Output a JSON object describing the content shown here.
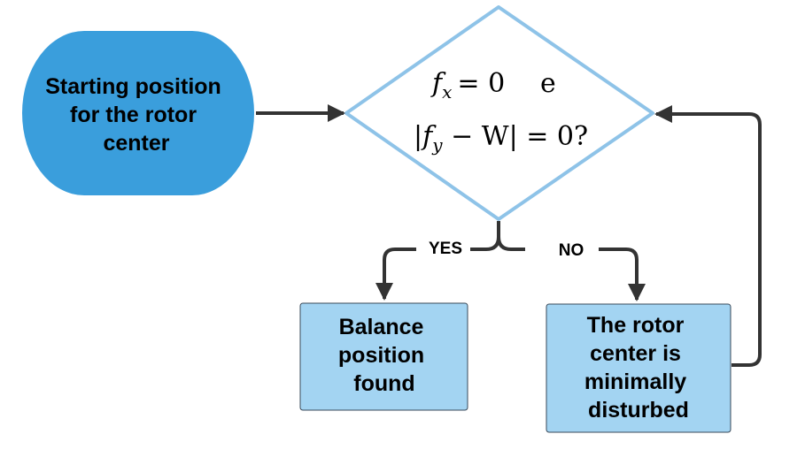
{
  "colors": {
    "start_fill": "#3a9edc",
    "process_fill": "#a3d4f2",
    "process_stroke": "#3a4a5a",
    "decision_stroke": "#8ec3e8",
    "arrow": "#333333"
  },
  "nodes": {
    "start": {
      "lines": [
        "Starting position",
        "for the rotor",
        "center"
      ]
    },
    "decision": {
      "line1": {
        "lhs_base": "f",
        "lhs_sub": "x",
        "rhs": "= 0",
        "conj": "e"
      },
      "line2": {
        "open": "|",
        "base": "f",
        "sub": "y",
        "rest": " − W",
        "close": "| = 0?"
      }
    },
    "found": {
      "lines": [
        "Balance",
        "position",
        "found"
      ]
    },
    "disturbed": {
      "lines": [
        "The rotor",
        "center is",
        "minimally",
        "disturbed"
      ]
    }
  },
  "edges": {
    "yes_label": "YES",
    "no_label": "NO"
  }
}
